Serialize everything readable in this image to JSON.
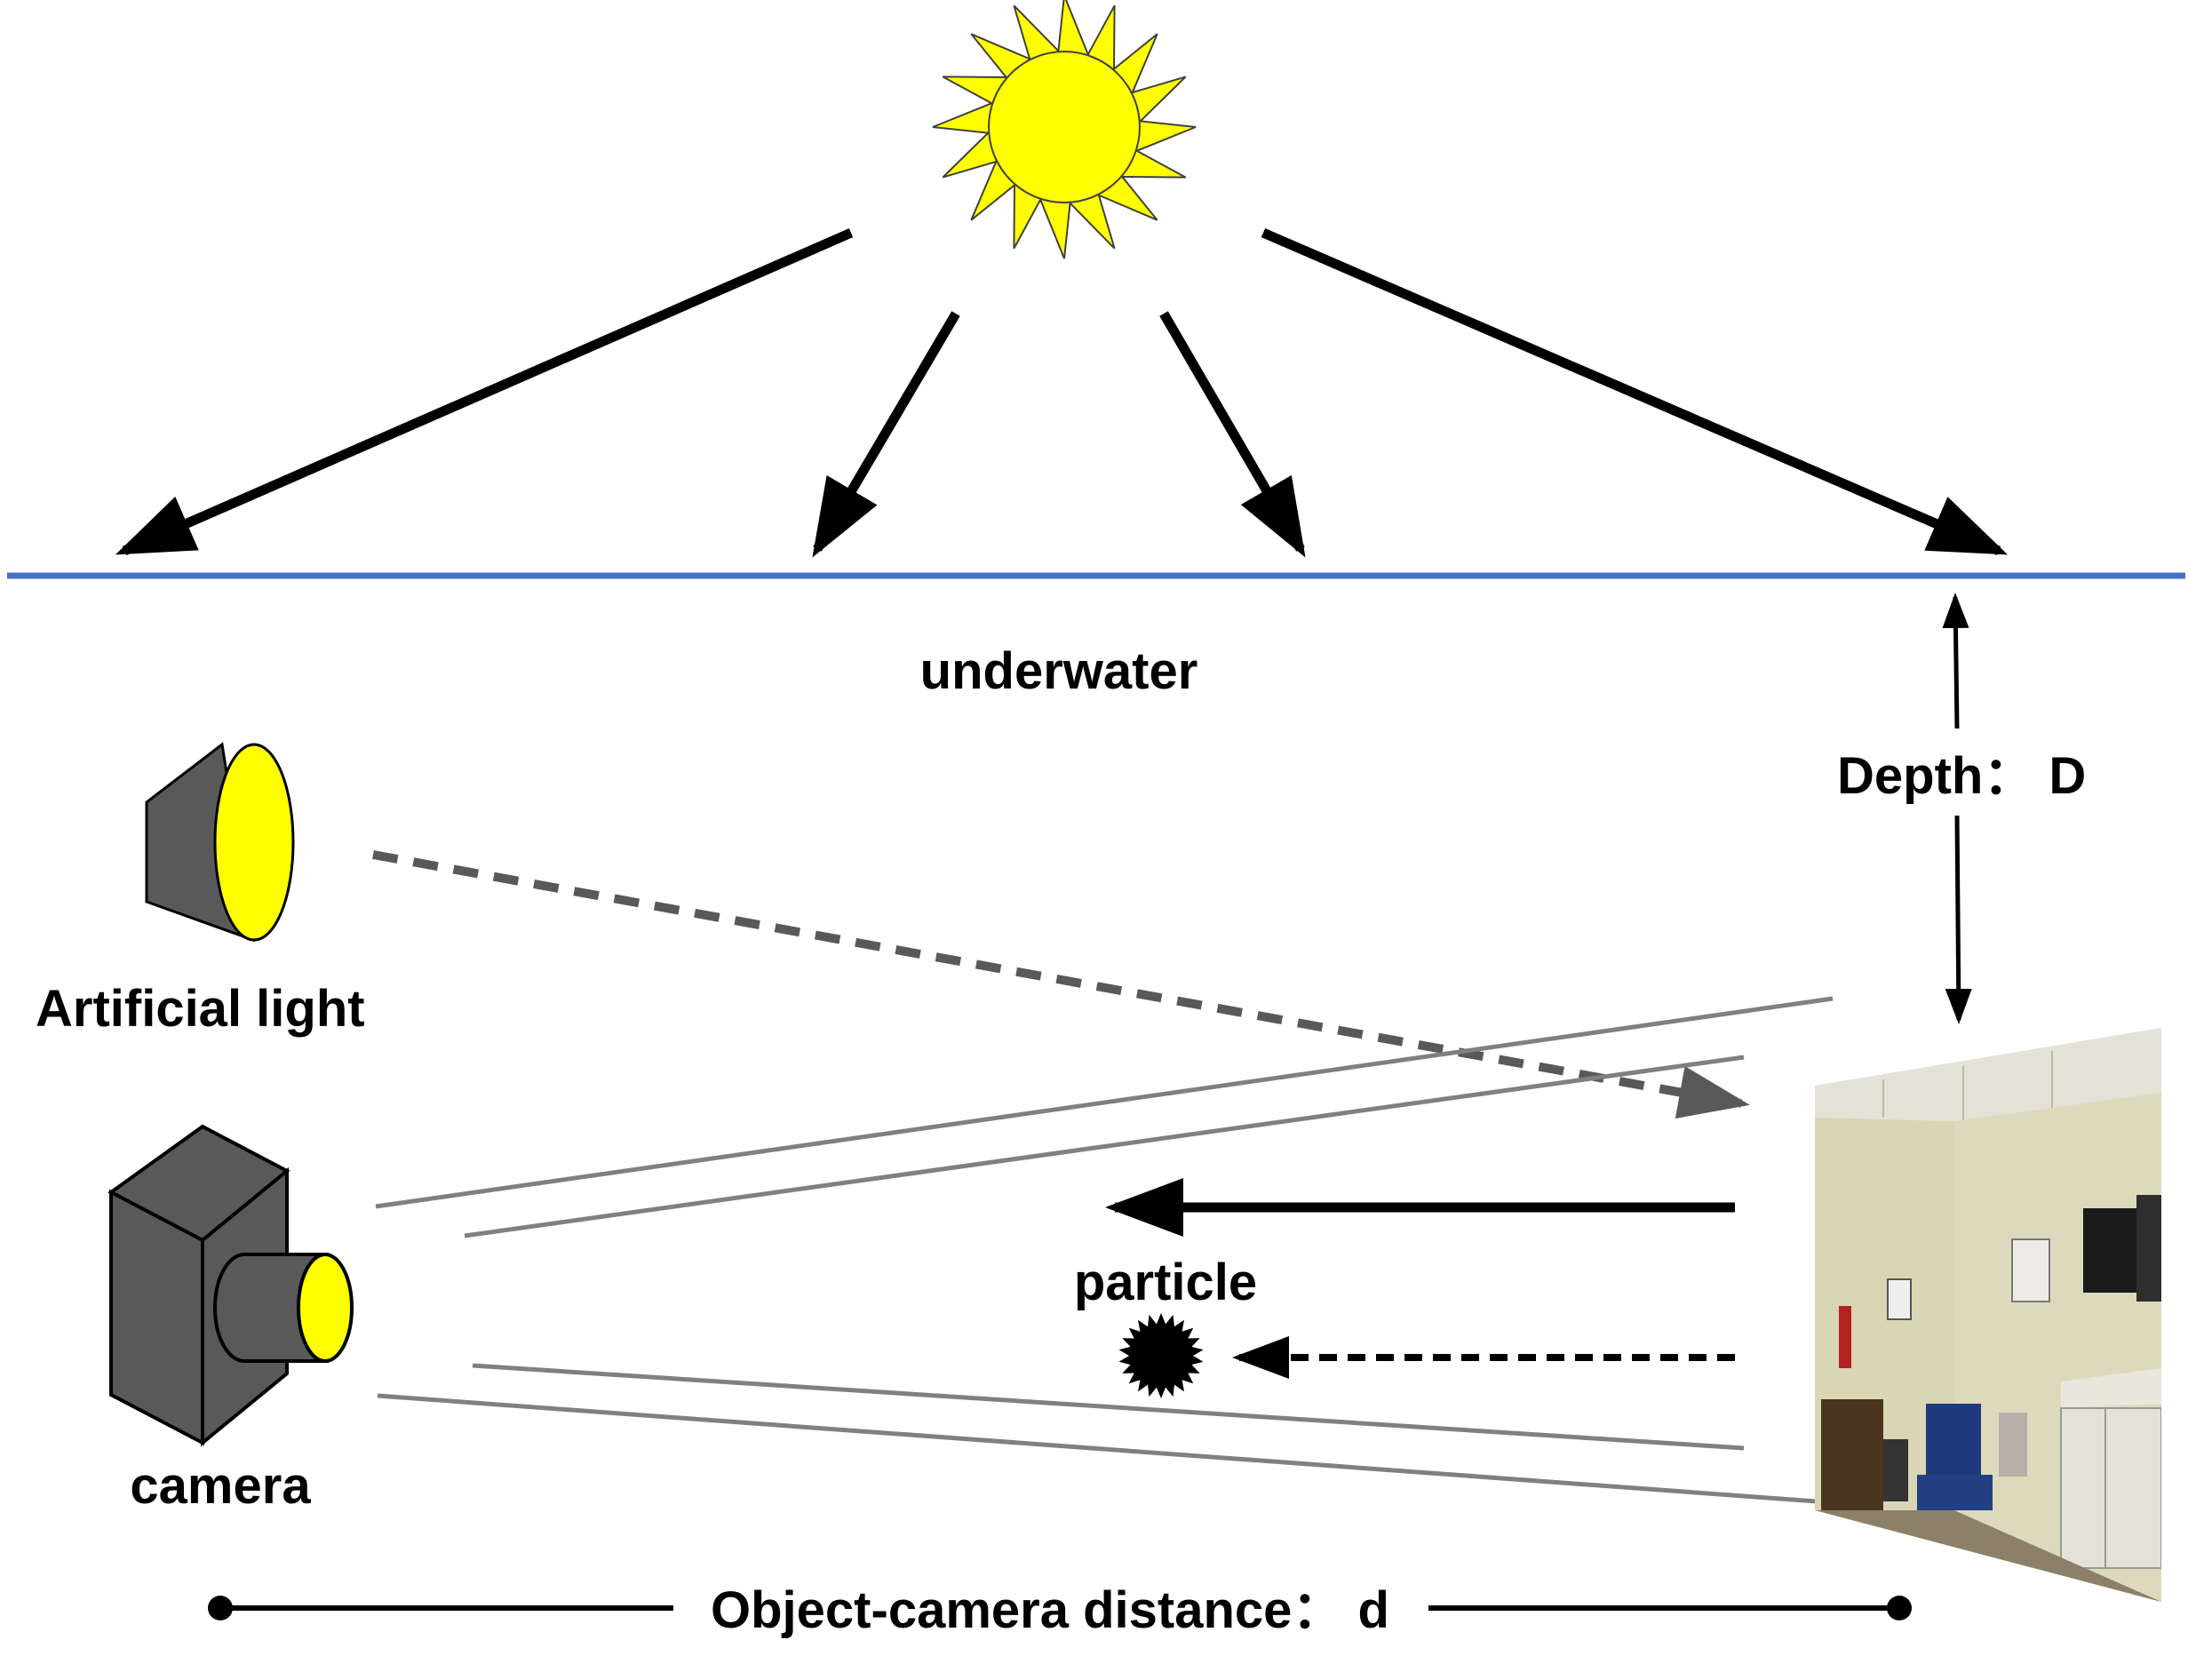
{
  "labels": {
    "underwater": "underwater",
    "depth": "Depth： D",
    "artificial_light": "Artificial light",
    "camera": "camera",
    "particle": "particle",
    "distance": "Object-camera distance： d"
  },
  "colors": {
    "water_surface": "#4472C4",
    "sun_fill": "#FFFF00",
    "light_fill": "#FFFF00",
    "camera_body": "#595959",
    "arrow": "#000000",
    "dashed_light": "#595959",
    "fov_line": "#808080",
    "particle": "#000000"
  },
  "icons": {
    "sun": "sun-icon",
    "artificial_light": "spotlight-icon",
    "camera": "camera-icon",
    "particle": "particle-icon",
    "scene": "indoor-scene-photo"
  }
}
